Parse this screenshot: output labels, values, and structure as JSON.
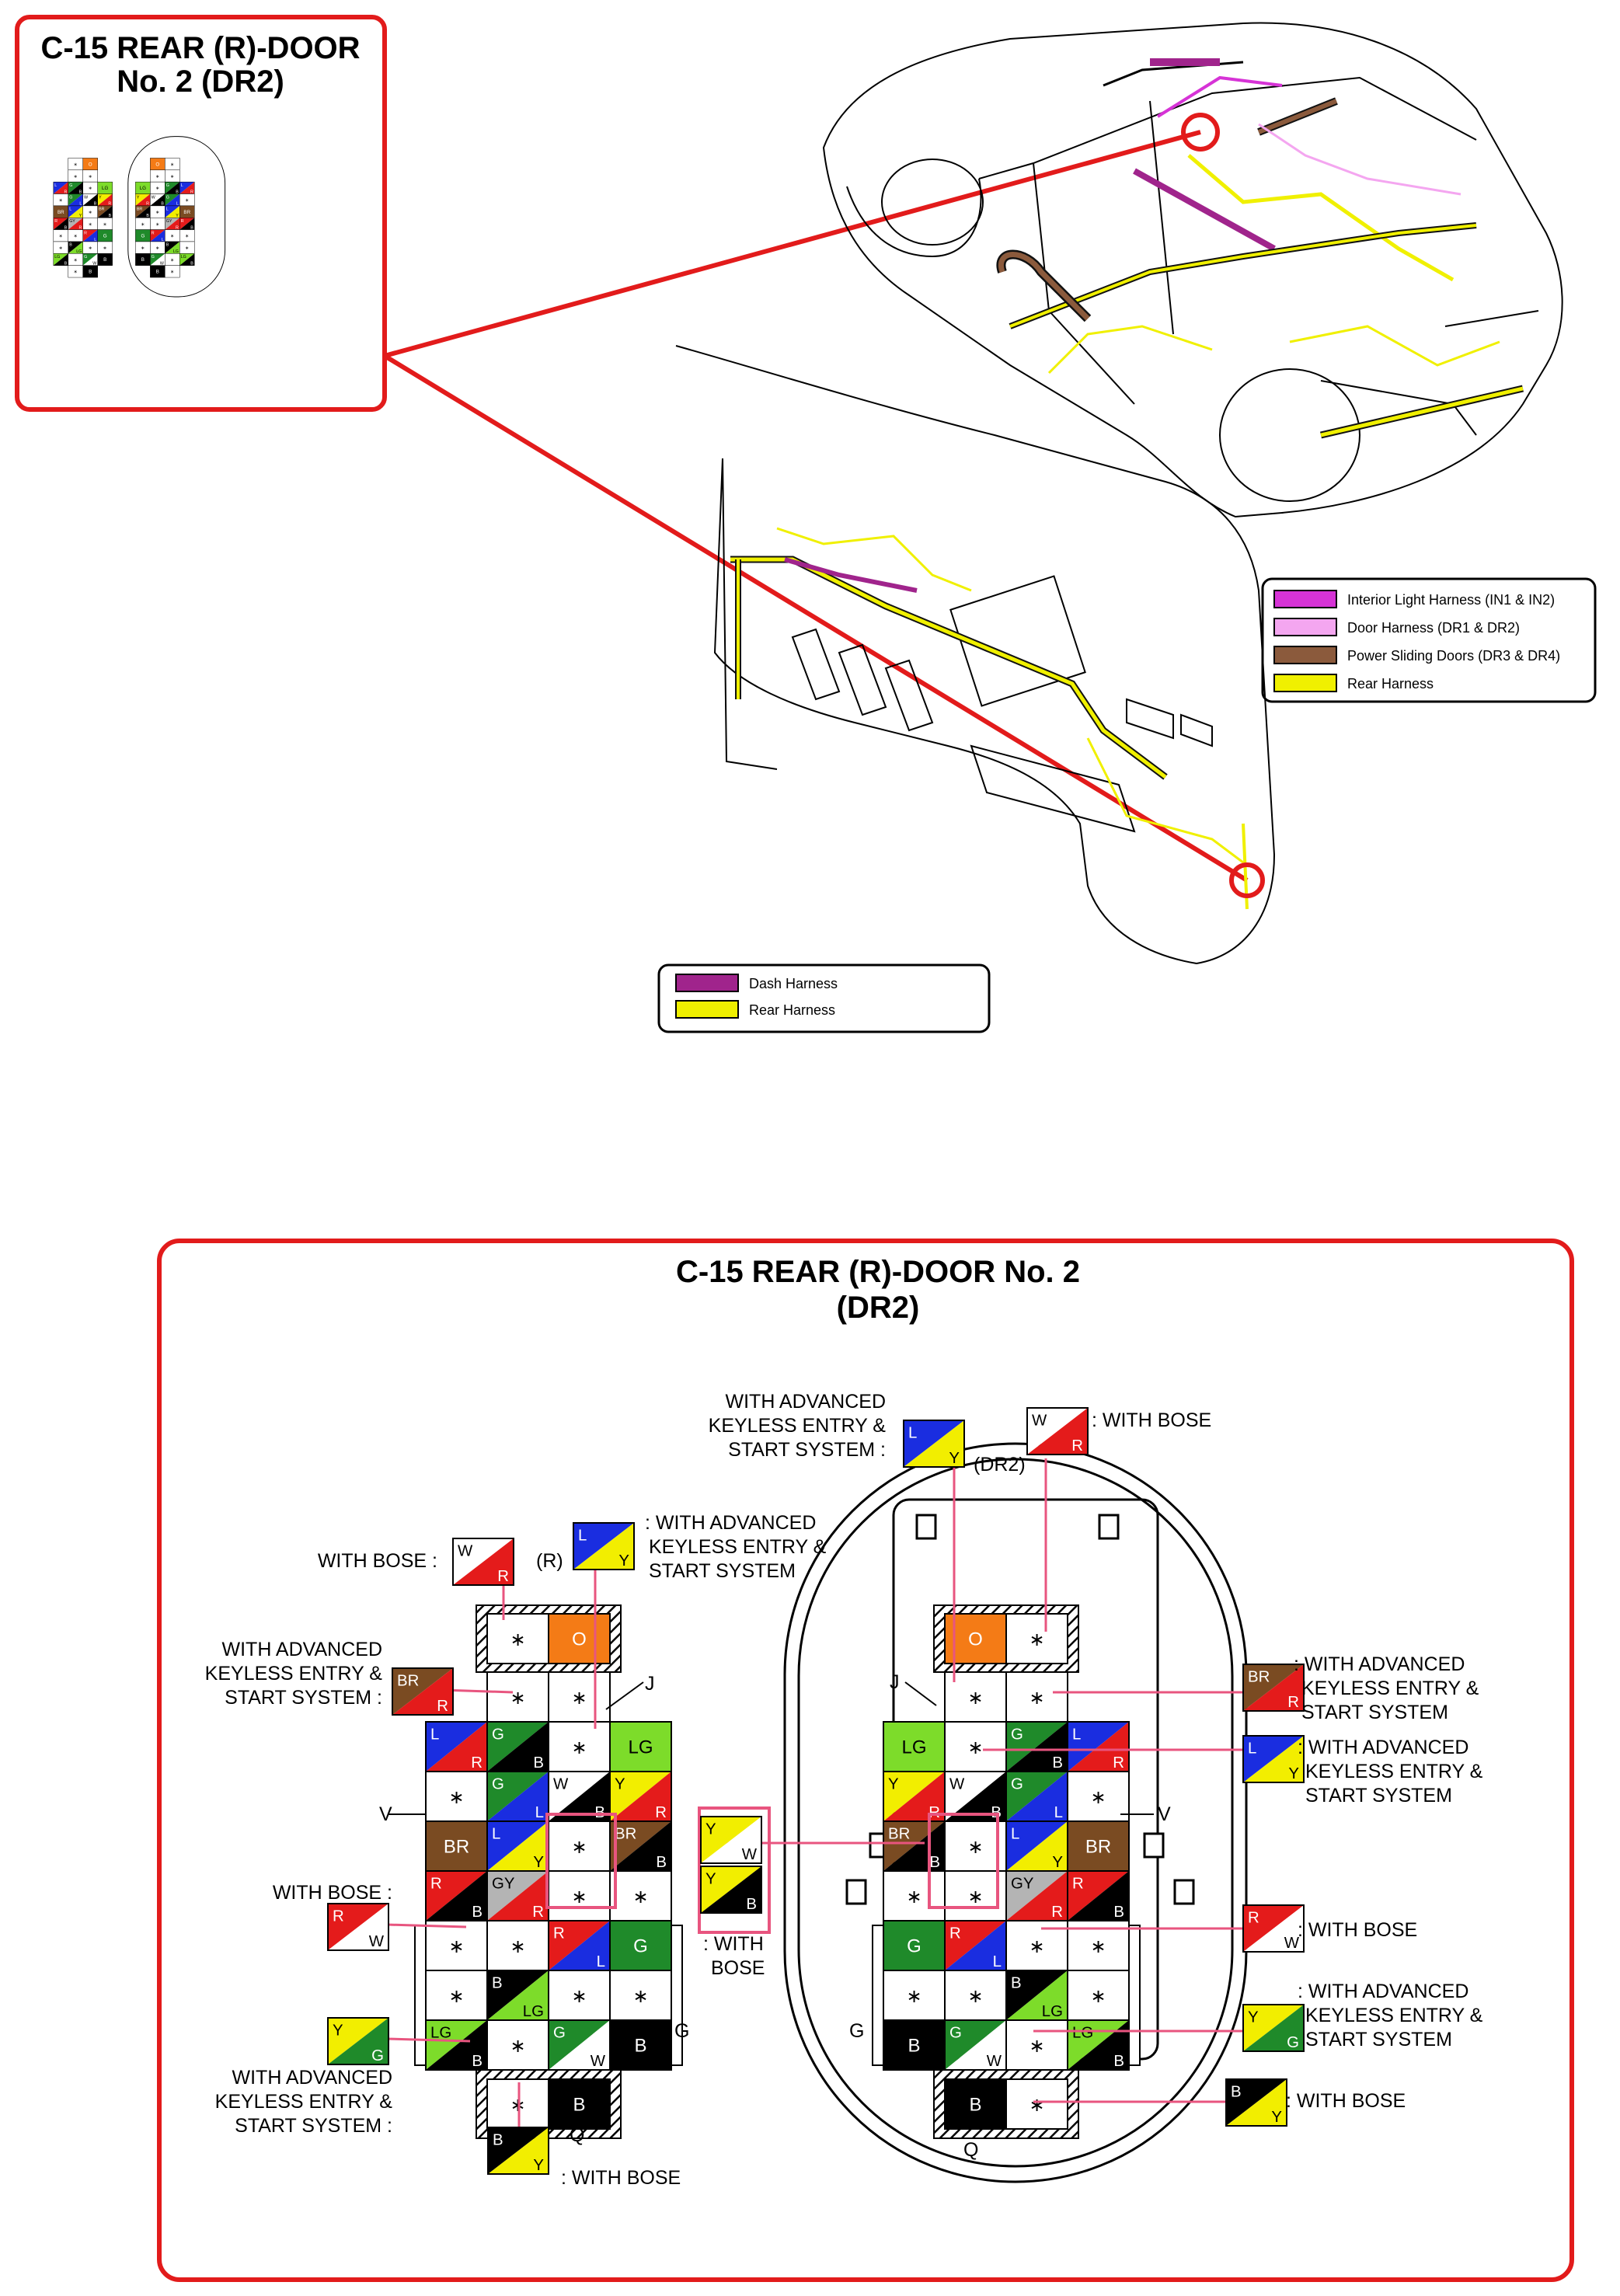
{
  "top_panel": {
    "title_line1": "C-15 REAR (R)-DOOR",
    "title_line2": "No. 2 (DR2)"
  },
  "vehicle_legend": {
    "items": [
      {
        "label": "Interior Light Harness (IN1 & IN2)",
        "color": "#d633d6"
      },
      {
        "label": "Door Harness (DR1 & DR2)",
        "color": "#f4a6f0"
      },
      {
        "label": "Power Sliding Doors (DR3 & DR4)",
        "color": "#8b5a3c"
      },
      {
        "label": "Rear Harness",
        "color": "#f0f000"
      }
    ]
  },
  "dash_legend": {
    "items": [
      {
        "label": "Dash Harness",
        "color": "#a0248c"
      },
      {
        "label": "Rear Harness",
        "color": "#f0f000"
      }
    ]
  },
  "detail": {
    "title_line1": "C-15 REAR (R)-DOOR No. 2",
    "title_line2": "(DR2)",
    "dr2_label": "(DR2)",
    "r_label": "(R)",
    "notes": {
      "left_with_bose_w_r": "WITH BOSE :",
      "left_adv_l_y_1": ": WITH ADVANCED",
      "left_adv_l_y_2": "KEYLESS ENTRY &",
      "left_adv_l_y_3": "START SYSTEM",
      "left_adv_br_r_1": "WITH ADVANCED",
      "left_adv_br_r_2": "KEYLESS ENTRY &",
      "left_adv_br_r_3": "START SYSTEM :",
      "left_with_bose_r_w": "WITH BOSE :",
      "left_adv_y_g_1": "WITH ADVANCED",
      "left_adv_y_g_2": "KEYLESS ENTRY &",
      "left_adv_y_g_3": "START SYSTEM :",
      "left_with_bose_b_y": ": WITH BOSE",
      "center_with_bose_1": ": WITH",
      "center_with_bose_2": "BOSE",
      "right_adv_top_1": "WITH ADVANCED",
      "right_adv_top_2": "KEYLESS ENTRY &",
      "right_adv_top_3": "START SYSTEM :",
      "right_with_bose_top": ": WITH BOSE",
      "right_adv_br_1": ": WITH ADVANCED",
      "right_adv_br_2": "KEYLESS ENTRY &",
      "right_adv_br_3": "START SYSTEM",
      "right_adv_ly_1": ": WITH ADVANCED",
      "right_adv_ly_2": "KEYLESS ENTRY &",
      "right_adv_ly_3": "START SYSTEM",
      "right_with_bose_rw": ": WITH BOSE",
      "right_adv_yg_1": ": WITH ADVANCED",
      "right_adv_yg_2": "KEYLESS ENTRY &",
      "right_adv_yg_3": "START SYSTEM",
      "right_with_bose_by": ": WITH BOSE"
    },
    "markers": {
      "J": "J",
      "V": "V",
      "G": "G",
      "Q": "Q"
    },
    "asterisk": "∗",
    "left_connector": {
      "top_cap": [
        {
          "type": "star"
        },
        {
          "type": "solid",
          "c": "O"
        }
      ],
      "rows": [
        [
          null,
          {
            "type": "star"
          },
          {
            "type": "star"
          },
          null
        ],
        [
          {
            "type": "split",
            "a": "L",
            "b": "R"
          },
          {
            "type": "split",
            "a": "G",
            "b": "B"
          },
          {
            "type": "star"
          },
          {
            "type": "solid",
            "c": "LG"
          }
        ],
        [
          {
            "type": "star"
          },
          {
            "type": "split",
            "a": "G",
            "b": "L"
          },
          {
            "type": "split",
            "a": "W",
            "b": "B"
          },
          {
            "type": "split",
            "a": "Y",
            "b": "R"
          }
        ],
        [
          {
            "type": "solid",
            "c": "BR"
          },
          {
            "type": "split",
            "a": "L",
            "b": "Y"
          },
          {
            "type": "star"
          },
          {
            "type": "split",
            "a": "BR",
            "b": "B"
          }
        ],
        [
          {
            "type": "split",
            "a": "R",
            "b": "B"
          },
          {
            "type": "split",
            "a": "GY",
            "b": "R"
          },
          {
            "type": "star"
          },
          {
            "type": "star"
          }
        ],
        [
          {
            "type": "star"
          },
          {
            "type": "star"
          },
          {
            "type": "split",
            "a": "R",
            "b": "L"
          },
          {
            "type": "solid",
            "c": "G"
          }
        ],
        [
          {
            "type": "star"
          },
          {
            "type": "split",
            "a": "B",
            "b": "LG"
          },
          {
            "type": "star"
          },
          {
            "type": "star"
          }
        ],
        [
          {
            "type": "split",
            "a": "LG",
            "b": "B"
          },
          {
            "type": "star"
          },
          {
            "type": "split",
            "a": "G",
            "b": "W"
          },
          {
            "type": "solid",
            "c": "B"
          }
        ]
      ],
      "bottom_cap": [
        {
          "type": "star"
        },
        {
          "type": "solid",
          "c": "B"
        }
      ]
    },
    "right_connector": {
      "top_cap": [
        {
          "type": "solid",
          "c": "O"
        },
        {
          "type": "star"
        }
      ],
      "rows": [
        [
          null,
          {
            "type": "star"
          },
          {
            "type": "star"
          },
          null
        ],
        [
          {
            "type": "solid",
            "c": "LG"
          },
          {
            "type": "star"
          },
          {
            "type": "split",
            "a": "G",
            "b": "B"
          },
          {
            "type": "split",
            "a": "L",
            "b": "R"
          }
        ],
        [
          {
            "type": "split",
            "a": "Y",
            "b": "R"
          },
          {
            "type": "split",
            "a": "W",
            "b": "B"
          },
          {
            "type": "split",
            "a": "G",
            "b": "L"
          },
          {
            "type": "star"
          }
        ],
        [
          {
            "type": "split",
            "a": "BR",
            "b": "B"
          },
          {
            "type": "star"
          },
          {
            "type": "split",
            "a": "L",
            "b": "Y"
          },
          {
            "type": "solid",
            "c": "BR"
          }
        ],
        [
          {
            "type": "star"
          },
          {
            "type": "star"
          },
          {
            "type": "split",
            "a": "GY",
            "b": "R"
          },
          {
            "type": "split",
            "a": "R",
            "b": "B"
          }
        ],
        [
          {
            "type": "solid",
            "c": "G"
          },
          {
            "type": "split",
            "a": "R",
            "b": "L"
          },
          {
            "type": "star"
          },
          {
            "type": "star"
          }
        ],
        [
          {
            "type": "star"
          },
          {
            "type": "star"
          },
          {
            "type": "split",
            "a": "B",
            "b": "LG"
          },
          {
            "type": "star"
          }
        ],
        [
          {
            "type": "solid",
            "c": "B"
          },
          {
            "type": "split",
            "a": "G",
            "b": "W"
          },
          {
            "type": "star"
          },
          {
            "type": "split",
            "a": "LG",
            "b": "B"
          }
        ]
      ],
      "bottom_cap": [
        {
          "type": "solid",
          "c": "B"
        },
        {
          "type": "star"
        }
      ]
    },
    "callout_swatches": {
      "left_w_r": {
        "a": "W",
        "b": "R"
      },
      "left_l_y": {
        "a": "L",
        "b": "Y"
      },
      "left_br_r": {
        "a": "BR",
        "b": "R"
      },
      "left_r_w": {
        "a": "R",
        "b": "W"
      },
      "left_y_g": {
        "a": "Y",
        "b": "G"
      },
      "left_b_y": {
        "a": "B",
        "b": "Y"
      },
      "center_y_w": {
        "a": "Y",
        "b": "W"
      },
      "center_y_b": {
        "a": "Y",
        "b": "B"
      },
      "right_l_y_top": {
        "a": "L",
        "b": "Y"
      },
      "right_w_r": {
        "a": "W",
        "b": "R"
      },
      "right_br_r": {
        "a": "BR",
        "b": "R"
      },
      "right_l_y": {
        "a": "L",
        "b": "Y"
      },
      "right_r_w": {
        "a": "R",
        "b": "W"
      },
      "right_y_g": {
        "a": "Y",
        "b": "G"
      },
      "right_b_y": {
        "a": "B",
        "b": "Y"
      }
    }
  },
  "colors": {
    "accent_red": "#e21b1b",
    "callout_pink": "#e8557f",
    "wire": {
      "B": "#000000",
      "W": "#ffffff",
      "R": "#e41b1b",
      "G": "#1f8a2a",
      "L": "#1a2de0",
      "Y": "#f2ee00",
      "LG": "#7ddc2a",
      "BR": "#7a4b22",
      "O": "#f47b16",
      "GY": "#b4b4b4",
      "P": "#f4a6f0",
      "V": "#7d3bb0"
    }
  }
}
